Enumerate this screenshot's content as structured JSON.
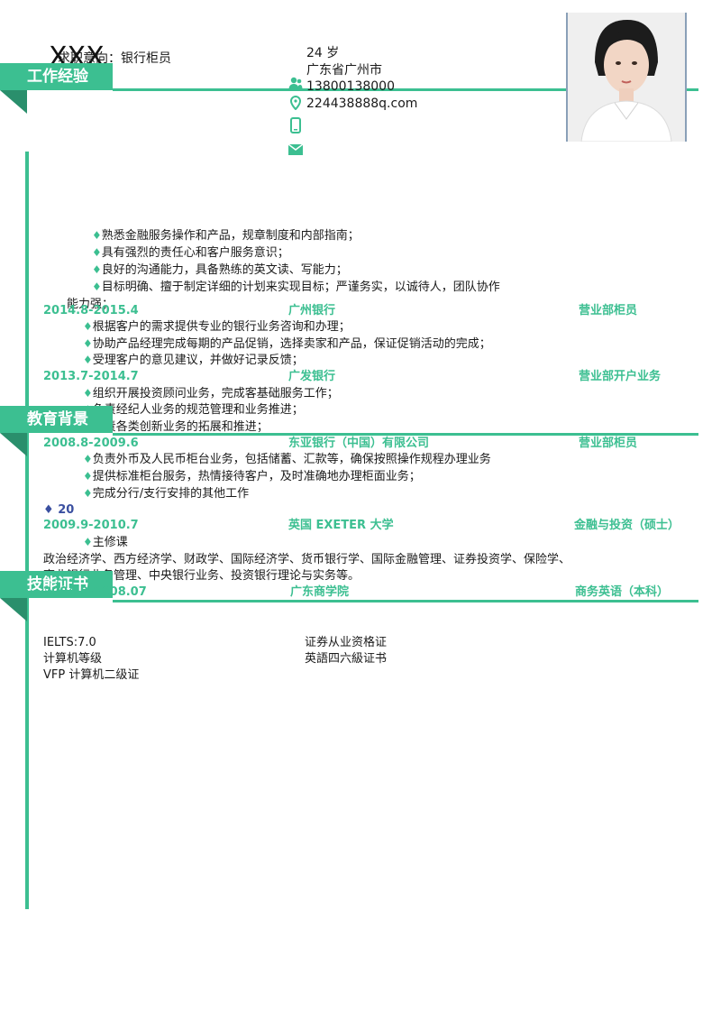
{
  "header": {
    "name": "XXX",
    "intent_label": "求职意向：",
    "intent_value": "银行柜员",
    "age": "24 岁",
    "location": "广东省广州市",
    "phone": "13800138000",
    "email": "224438888q.com"
  },
  "sections": {
    "work": "工作经验",
    "education": "教育背景",
    "skills": "技能证书"
  },
  "profile_lines": [
    "熟悉金融服务操作和产品，规章制度和内部指南；",
    "具有强烈的责任心和客户服务意识；",
    "良好的沟通能力，具备熟练的英文读、写能力；",
    "目标明确、擅于制定详细的计划来实现目标；严谨务实，以诚待人，团队协作",
    "能力强；"
  ],
  "jobs": [
    {
      "date": "2014.8-2015.4",
      "company": "广州银行",
      "title": "营业部柜员",
      "items": [
        "根据客户的需求提供专业的银行业务咨询和办理；",
        "协助产品经理完成每期的产品促销，选择卖家和产品，保证促销活动的完成；",
        "受理客户的意见建议，并做好记录反馈；"
      ]
    },
    {
      "date": "2013.7-2014.7",
      "company": "广发银行",
      "title": "营业部开户业务",
      "items": [
        "组织开展投资顾问业务，完成客基础服务工作；",
        "负责经纪人业务的规范管理和业务推进；",
        "负责各类创新业务的拓展和推进；"
      ]
    },
    {
      "date": "2008.8-2009.6",
      "company": "东亚银行（中国）有限公司",
      "title": "营业部柜员",
      "items": [
        "负责外币及人民币柜台业务，包括储蓄、汇款等，确保按照操作规程办理业务",
        "提供标准柜台服务，热情接待客户，及时准确地办理柜面业务；",
        "完成分行/支行安排的其他工作"
      ]
    }
  ],
  "stray_marker": "20",
  "education": [
    {
      "date": "2009.9-2010.7",
      "school": "英国 EXETER 大学",
      "major": "金融与投资（硕士）",
      "course_label": "主修课",
      "course_line1": "政治经济学、西方经济学、财政学、国际经济学、货币银行学、国际金融管理、证券投资学、保险学、",
      "course_line2": "商业银行业务管理、中央银行业务、投资银行理论与实务等。"
    },
    {
      "date": "2004.9-2008.07",
      "school": "广东商学院",
      "major": "商务英语（本科）"
    }
  ],
  "skills": {
    "left": [
      "IELTS:7.0",
      "计算机等级",
      "VFP 计算机二级证"
    ],
    "right": [
      "证券从业资格证",
      "英語四六級证书"
    ]
  },
  "icons": [
    "person-icon",
    "location-pin-icon",
    "phone-icon",
    "envelope-icon"
  ],
  "colors": {
    "accent": "#3cbf91",
    "accent_dark": "#2a8f6c"
  }
}
